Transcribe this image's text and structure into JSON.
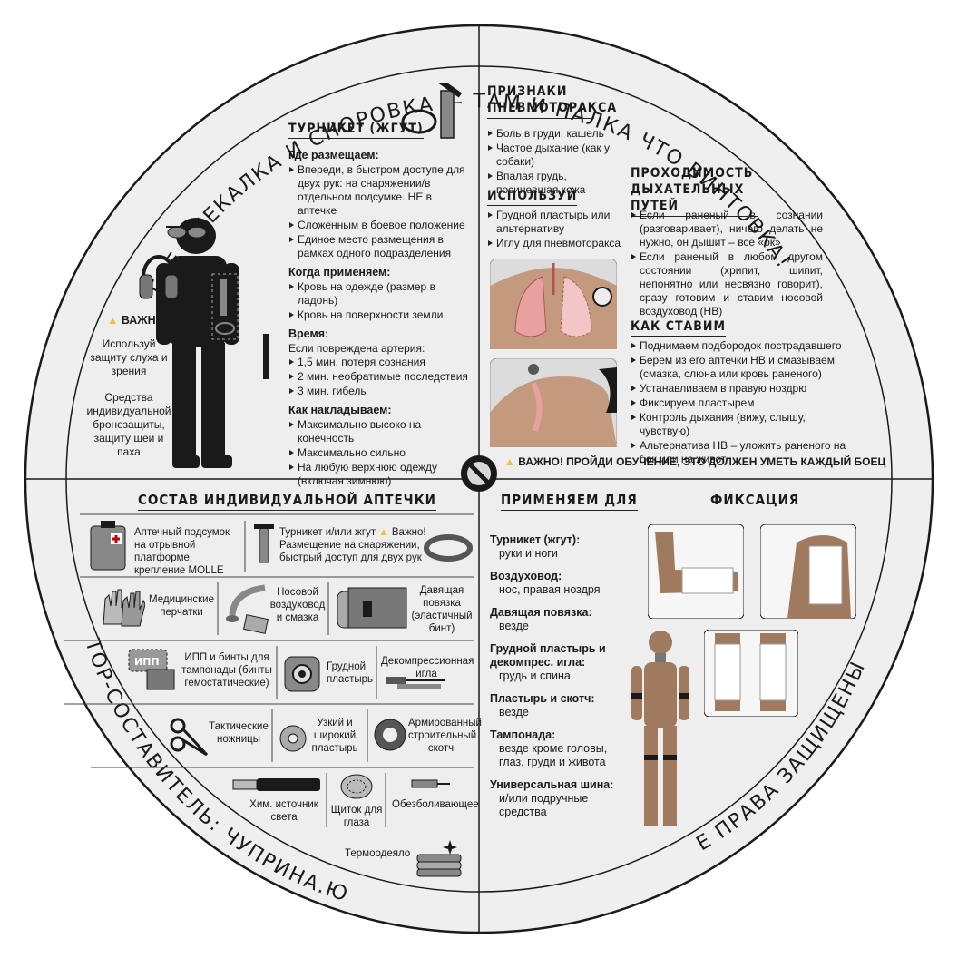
{
  "rim": {
    "top_text": "ГДЕ СМЕКАЛКА И СНОРОВКА — ТАМ И ПАЛКА ЧТО ВИНТОВКА!",
    "left_text": "АВТОР-СОСТАВИТЕЛЬ: ЧУПРИНА.Ю.Г",
    "right_text": "ВСЕ ПРАВА ЗАЩИЩЕНЫ ©"
  },
  "tourniquet": {
    "title": "ТУРНИКЕТ (ЖГУТ)",
    "where_title": "Где размещаем:",
    "where_items": [
      "Впереди, в быстром доступе для двух рук: на снаряжении/в отдельном подсумке. НЕ в аптечке",
      "Сложенным в боевое положение",
      "Единое место размещения в рамках одного подразделения"
    ],
    "when_title": "Когда применяем:",
    "when_items": [
      "Кровь на одежде (размер в ладонь)",
      "Кровь на поверхности земли"
    ],
    "time_title": "Время:",
    "time_intro": "Если повреждена артерия:",
    "time_items": [
      "1,5 мин. потеря сознания",
      "2 мин. необратимые последствия",
      "3 мин. гибель"
    ],
    "how_title": "Как накладываем:",
    "how_items": [
      "Максимально высоко на конечность",
      "Максимально сильно",
      "На любую верхнюю одежду (включая зимнюю)"
    ]
  },
  "important_left": {
    "title": "ВАЖНО!",
    "items": [
      "Используй защиту слуха и зрения",
      "Средства индивидуальной бронезащиты, защиту шеи и паха"
    ]
  },
  "pneumothorax": {
    "title": "ПРИЗНАКИ ПНЕВМОТОРАКСА",
    "items": [
      "Боль в груди, кашель",
      "Частое дыхание (как у собаки)",
      "Впалая грудь, посиневшая кожа"
    ],
    "use_title": "ИСПОЛЬЗУЙ",
    "use_items": [
      "Грудной пластырь или альтернативу",
      "Иглу для пневмоторакса"
    ]
  },
  "airway": {
    "title": "ПРОХОДИМОСТЬ ДЫХАТЕЛЬНЫХ ПУТЕЙ",
    "items": [
      "Если раненый в сознании (разговаривает), ничего делать не нужно, он дышит – все «ок»",
      "Если раненый в любом другом состоянии (хрипит, шипит, непонятно или несвязно говорит), сразу готовим и ставим носовой воздуховод (НВ)"
    ],
    "how_title": "КАК СТАВИМ",
    "how_items": [
      "Поднимаем подбородок пострадавшего",
      "Берем из его аптечки НВ и смазываем (смазка, слюна или кровь раненого)",
      "Устанавливаем в правую ноздрю",
      "Фиксируем пластырем",
      "Контроль дыхания (вижу, слышу, чувствую)",
      "Альтернатива НВ – уложить раненого на бок или на живот"
    ]
  },
  "training_warning": "ВАЖНО! ПРОЙДИ ОБУЧЕНИЕ, ЭТО ДОЛЖЕН УМЕТЬ КАЖДЫЙ БОЕЦ",
  "kit": {
    "title": "СОСТАВ ИНДИВИДУАЛЬНОЙ АПТЕЧКИ",
    "pouch": "Аптечный подсумок на отрывной платформе, крепление MOLLE",
    "tourniquet": "Турникет и/или жгут",
    "tourniquet_warn": "Важно!",
    "tourniquet_note": "Размещение на снаряжении, быстрый доступ для двух рук",
    "gloves": "Медицинские перчатки",
    "airway": "Носовой воздуховод и смазка",
    "bandage": "Давящая повязка (эластичный бинт)",
    "ipp_label": "ИПП",
    "ipp": "ИПП и бинты для тампонады (бинты гемостатические)",
    "chest_seal": "Грудной пластырь",
    "needle": "Декомпрессионная игла",
    "scissors": "Тактические ножницы",
    "plaster": "Узкий и широкий пластырь",
    "tape": "Армированный строительный скотч",
    "chemlight": "Хим. источник света",
    "eyeshield": "Щиток для глаза",
    "painkiller": "Обезболивающее",
    "blanket": "Термоодеяло"
  },
  "apply": {
    "title": "ПРИМЕНЯЕМ ДЛЯ",
    "items": [
      {
        "k": "Турникет (жгут):",
        "v": "руки и ноги"
      },
      {
        "k": "Воздуховод:",
        "v": "нос, правая ноздря"
      },
      {
        "k": "Давящая повязка:",
        "v": "везде"
      },
      {
        "k": "Грудной пластырь и декомпрес. игла:",
        "v": "грудь и спина"
      },
      {
        "k": "Пластырь и скотч:",
        "v": "везде"
      },
      {
        "k": "Тампонада:",
        "v": "везде кроме головы, глаз, груди и живота"
      },
      {
        "k": "Универсальная шина:",
        "v": "и/или подручные средства"
      }
    ]
  },
  "fixation": {
    "title": "ФИКСАЦИЯ"
  },
  "colors": {
    "disc": "#efefef",
    "ink": "#1a1a1a",
    "skin": "#a07a5e",
    "lung": "#e8a0a0",
    "warn": "#f2c12e"
  }
}
